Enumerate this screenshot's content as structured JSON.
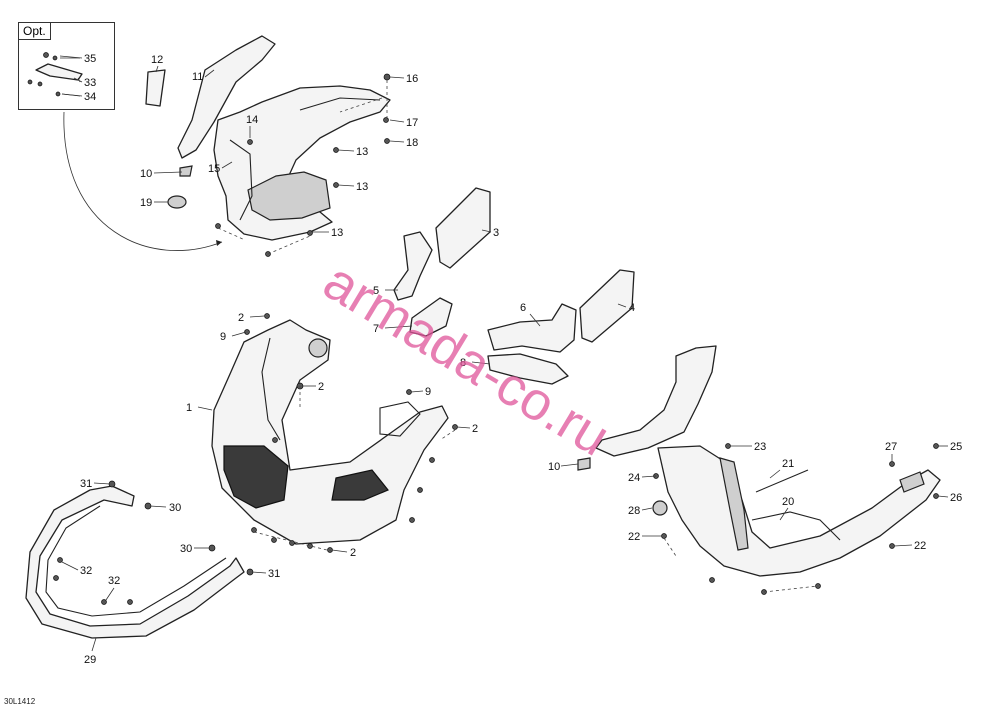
{
  "option_label": "Opt.",
  "drawing_code": "30L1412",
  "watermark": "armada-co.ru",
  "callouts": [
    "35",
    "33",
    "34",
    "12",
    "11",
    "16",
    "14",
    "17",
    "18",
    "13",
    "15",
    "10",
    "13",
    "19",
    "13",
    "3",
    "5",
    "6",
    "4",
    "7",
    "8",
    "2",
    "9",
    "2",
    "1",
    "9",
    "2",
    "23",
    "21",
    "10",
    "24",
    "27",
    "25",
    "20",
    "26",
    "31",
    "30",
    "28",
    "22",
    "22",
    "30",
    "2",
    "32",
    "32",
    "31",
    "29"
  ]
}
